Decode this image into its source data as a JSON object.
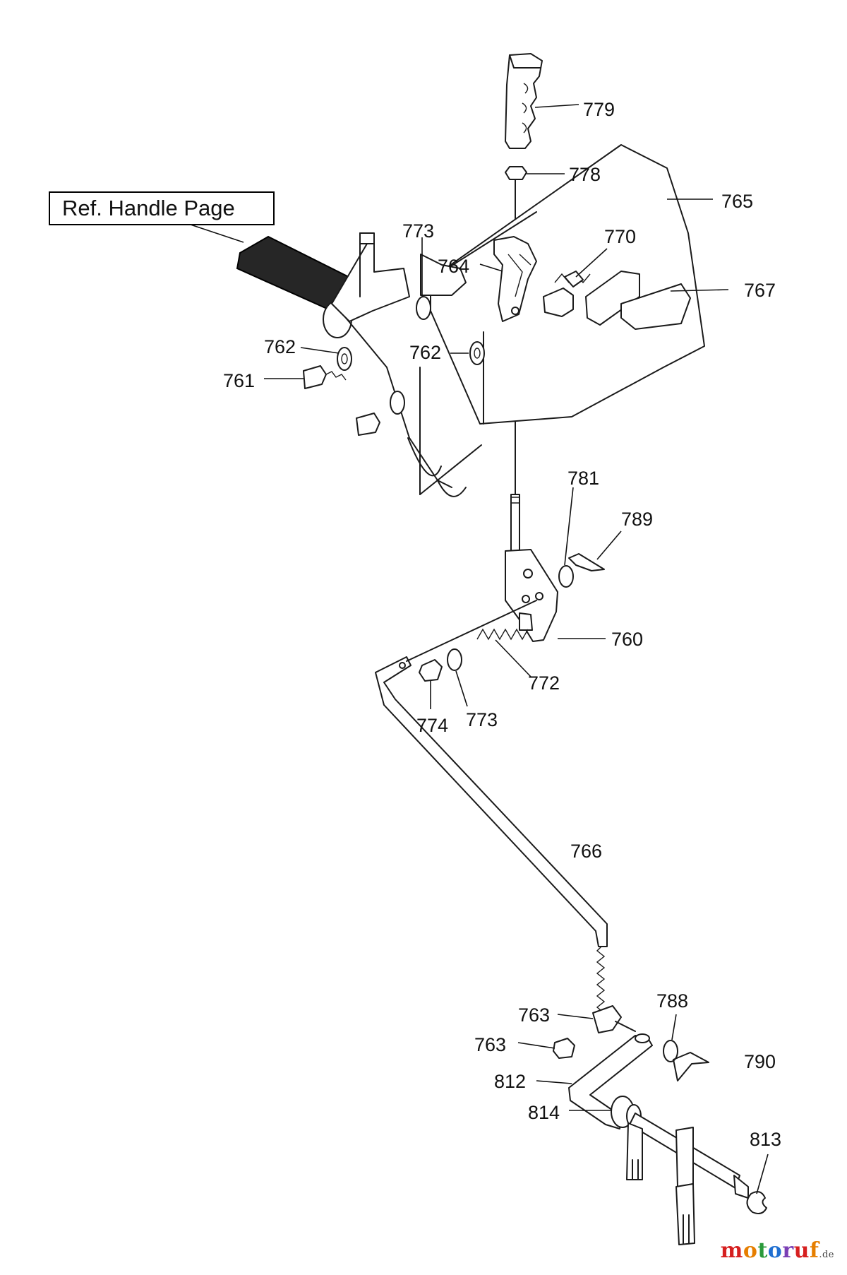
{
  "reference_box": {
    "text": "Ref. Handle Page"
  },
  "callouts": [
    {
      "id": "c779",
      "label": "779"
    },
    {
      "id": "c778",
      "label": "778"
    },
    {
      "id": "c765",
      "label": "765"
    },
    {
      "id": "c773a",
      "label": "773"
    },
    {
      "id": "c770",
      "label": "770"
    },
    {
      "id": "c764",
      "label": "764"
    },
    {
      "id": "c767",
      "label": "767"
    },
    {
      "id": "c762a",
      "label": "762"
    },
    {
      "id": "c762b",
      "label": "762"
    },
    {
      "id": "c761",
      "label": "761"
    },
    {
      "id": "c781",
      "label": "781"
    },
    {
      "id": "c789",
      "label": "789"
    },
    {
      "id": "c760",
      "label": "760"
    },
    {
      "id": "c772",
      "label": "772"
    },
    {
      "id": "c774",
      "label": "774"
    },
    {
      "id": "c773b",
      "label": "773"
    },
    {
      "id": "c766",
      "label": "766"
    },
    {
      "id": "c788",
      "label": "788"
    },
    {
      "id": "c763a",
      "label": "763"
    },
    {
      "id": "c763b",
      "label": "763"
    },
    {
      "id": "c790",
      "label": "790"
    },
    {
      "id": "c812",
      "label": "812"
    },
    {
      "id": "c814",
      "label": "814"
    },
    {
      "id": "c813",
      "label": "813"
    }
  ],
  "watermark": {
    "letters": [
      "m",
      "o",
      "t",
      "o",
      "r",
      "u",
      "f"
    ],
    "letter_colors": [
      "#d62020",
      "#e67e00",
      "#2a9a3a",
      "#1f6fd1",
      "#7b3fb5",
      "#d62020",
      "#e67e00"
    ],
    "tld": ".de"
  }
}
